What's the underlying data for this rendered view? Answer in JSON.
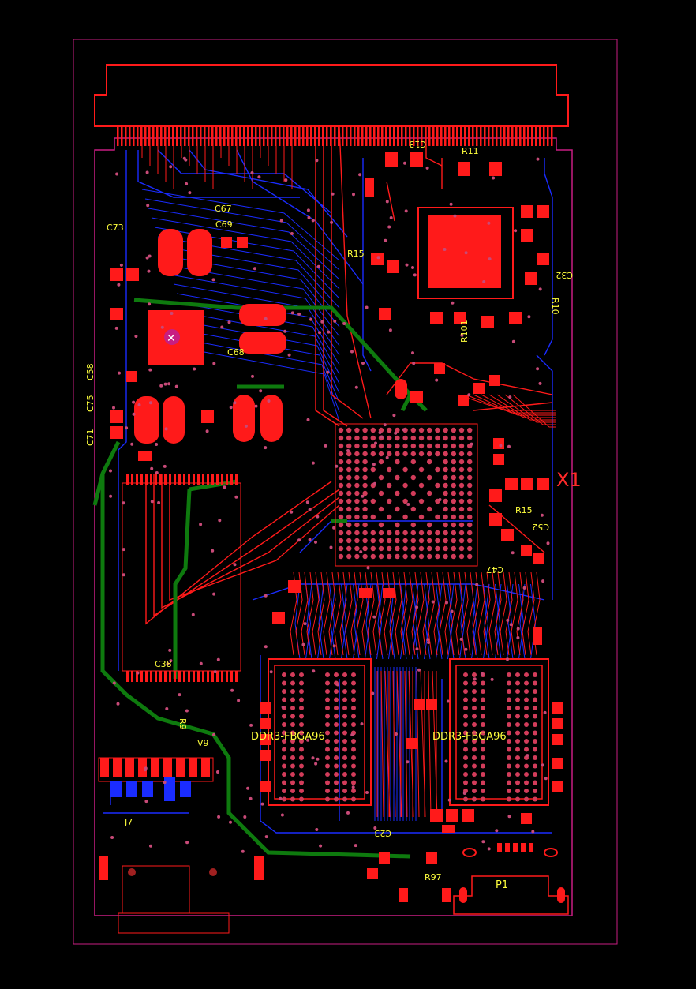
{
  "board": {
    "colors": {
      "background": "#000000",
      "top_copper": "#ff1a1a",
      "bottom_copper": "#1a2cff",
      "inner_trace": "#0e7a0e",
      "silkscreen": "#ffff3c",
      "outline": "#c81e82",
      "edge_connector": "#ff1a1a"
    }
  },
  "labels": {
    "x1": "X1",
    "p1": "P1",
    "ddr_left": "DDR3-FBGA96",
    "ddr_right": "DDR3-FBGA96",
    "r9": "R9",
    "r97": "R97",
    "r15": "R15",
    "r15b": "R15",
    "r11": "R11",
    "c13": "C13",
    "c67": "C67",
    "c69": "C69",
    "c73": "C73",
    "c71": "C71",
    "c75": "C75",
    "c58": "C58",
    "c52": "C52",
    "c47": "C47",
    "c38": "C38",
    "c68": "C68",
    "j7": "J7",
    "v9": "V9",
    "r101": "R101",
    "c23": "C23",
    "c32": "C32",
    "r10": "R10"
  }
}
